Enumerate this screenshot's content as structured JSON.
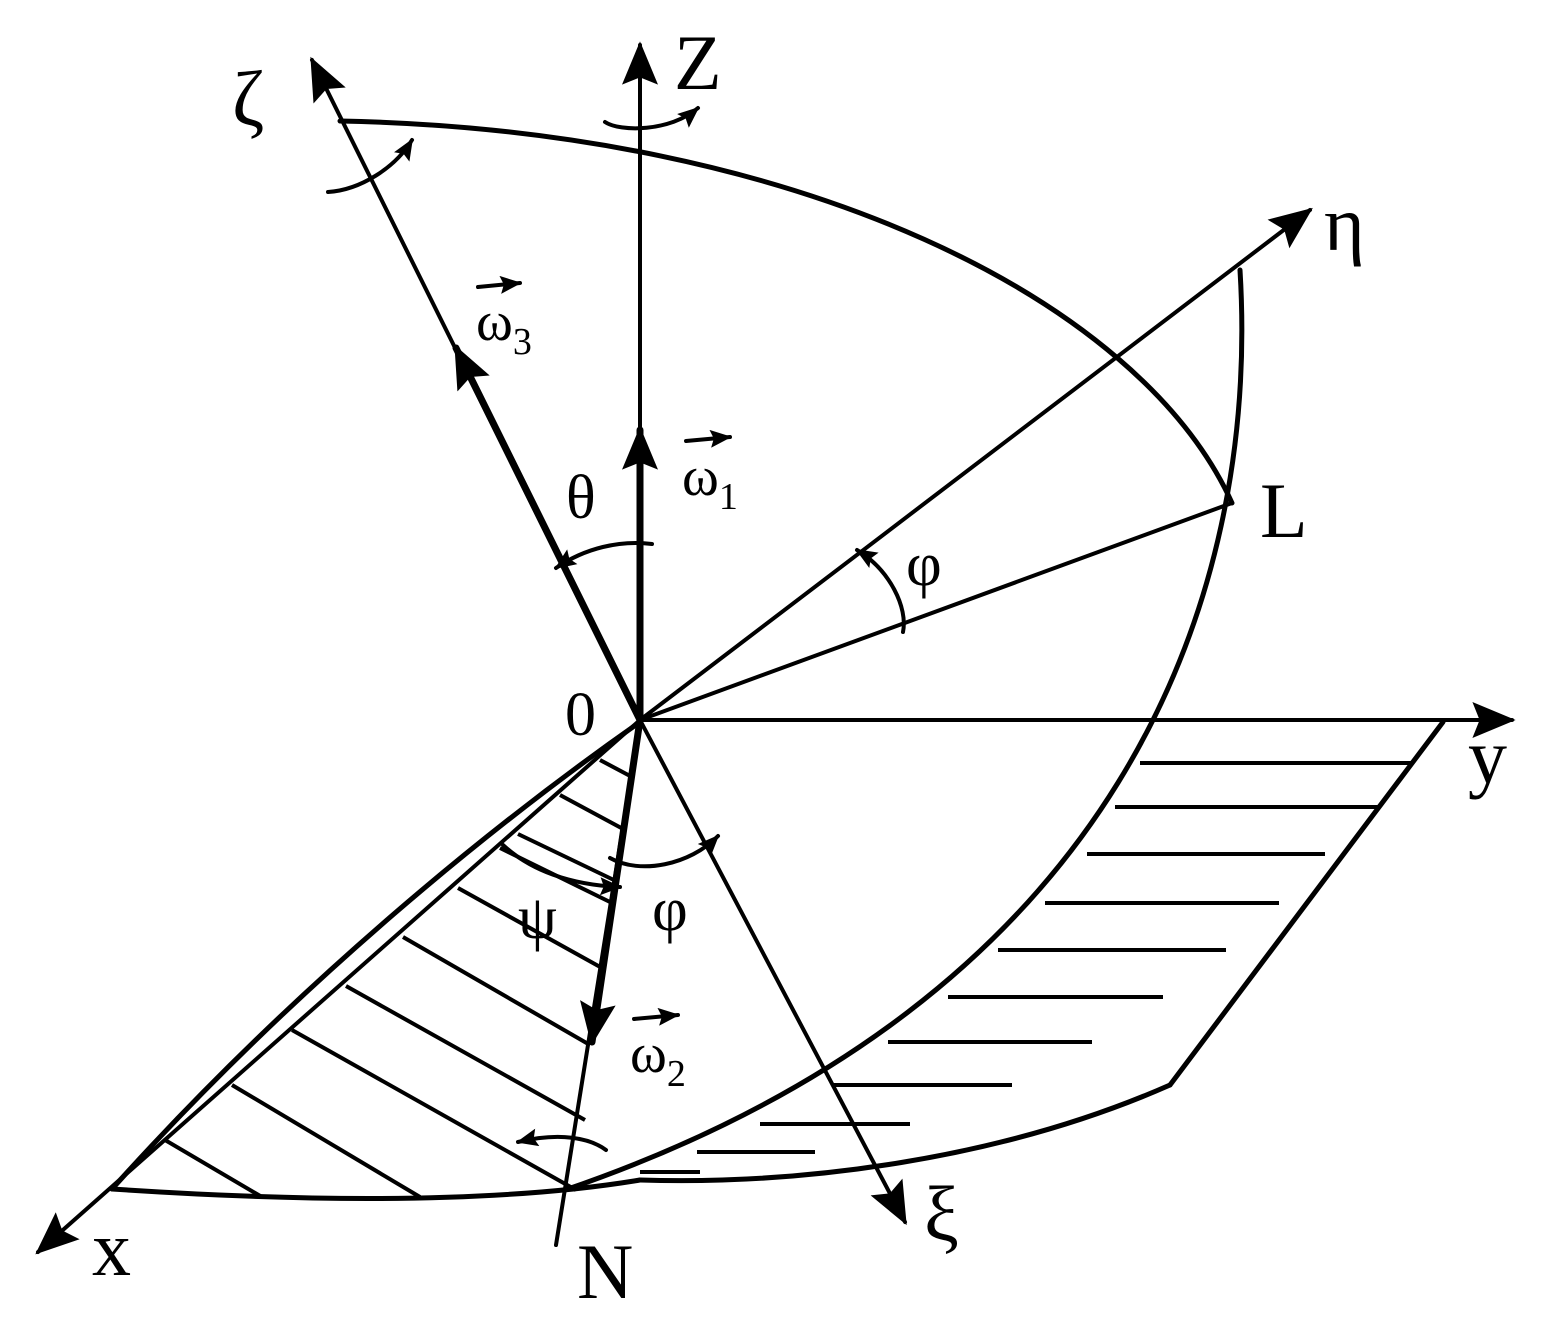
{
  "labels": {
    "z": "Z",
    "y": "y",
    "x": "x",
    "origin": "0",
    "zeta": "ζ",
    "eta": "η",
    "xi": "ξ",
    "L": "L",
    "N": "N",
    "theta": "θ",
    "phi_upper": "φ",
    "phi_lower": "φ",
    "psi": "ψ"
  },
  "vectors": {
    "omega1": {
      "symbol": "ω",
      "subscript": "1"
    },
    "omega2": {
      "symbol": "ω",
      "subscript": "2"
    },
    "omega3": {
      "symbol": "ω",
      "subscript": "3"
    }
  },
  "colors": {
    "ink": "#000000",
    "background": "#ffffff"
  }
}
